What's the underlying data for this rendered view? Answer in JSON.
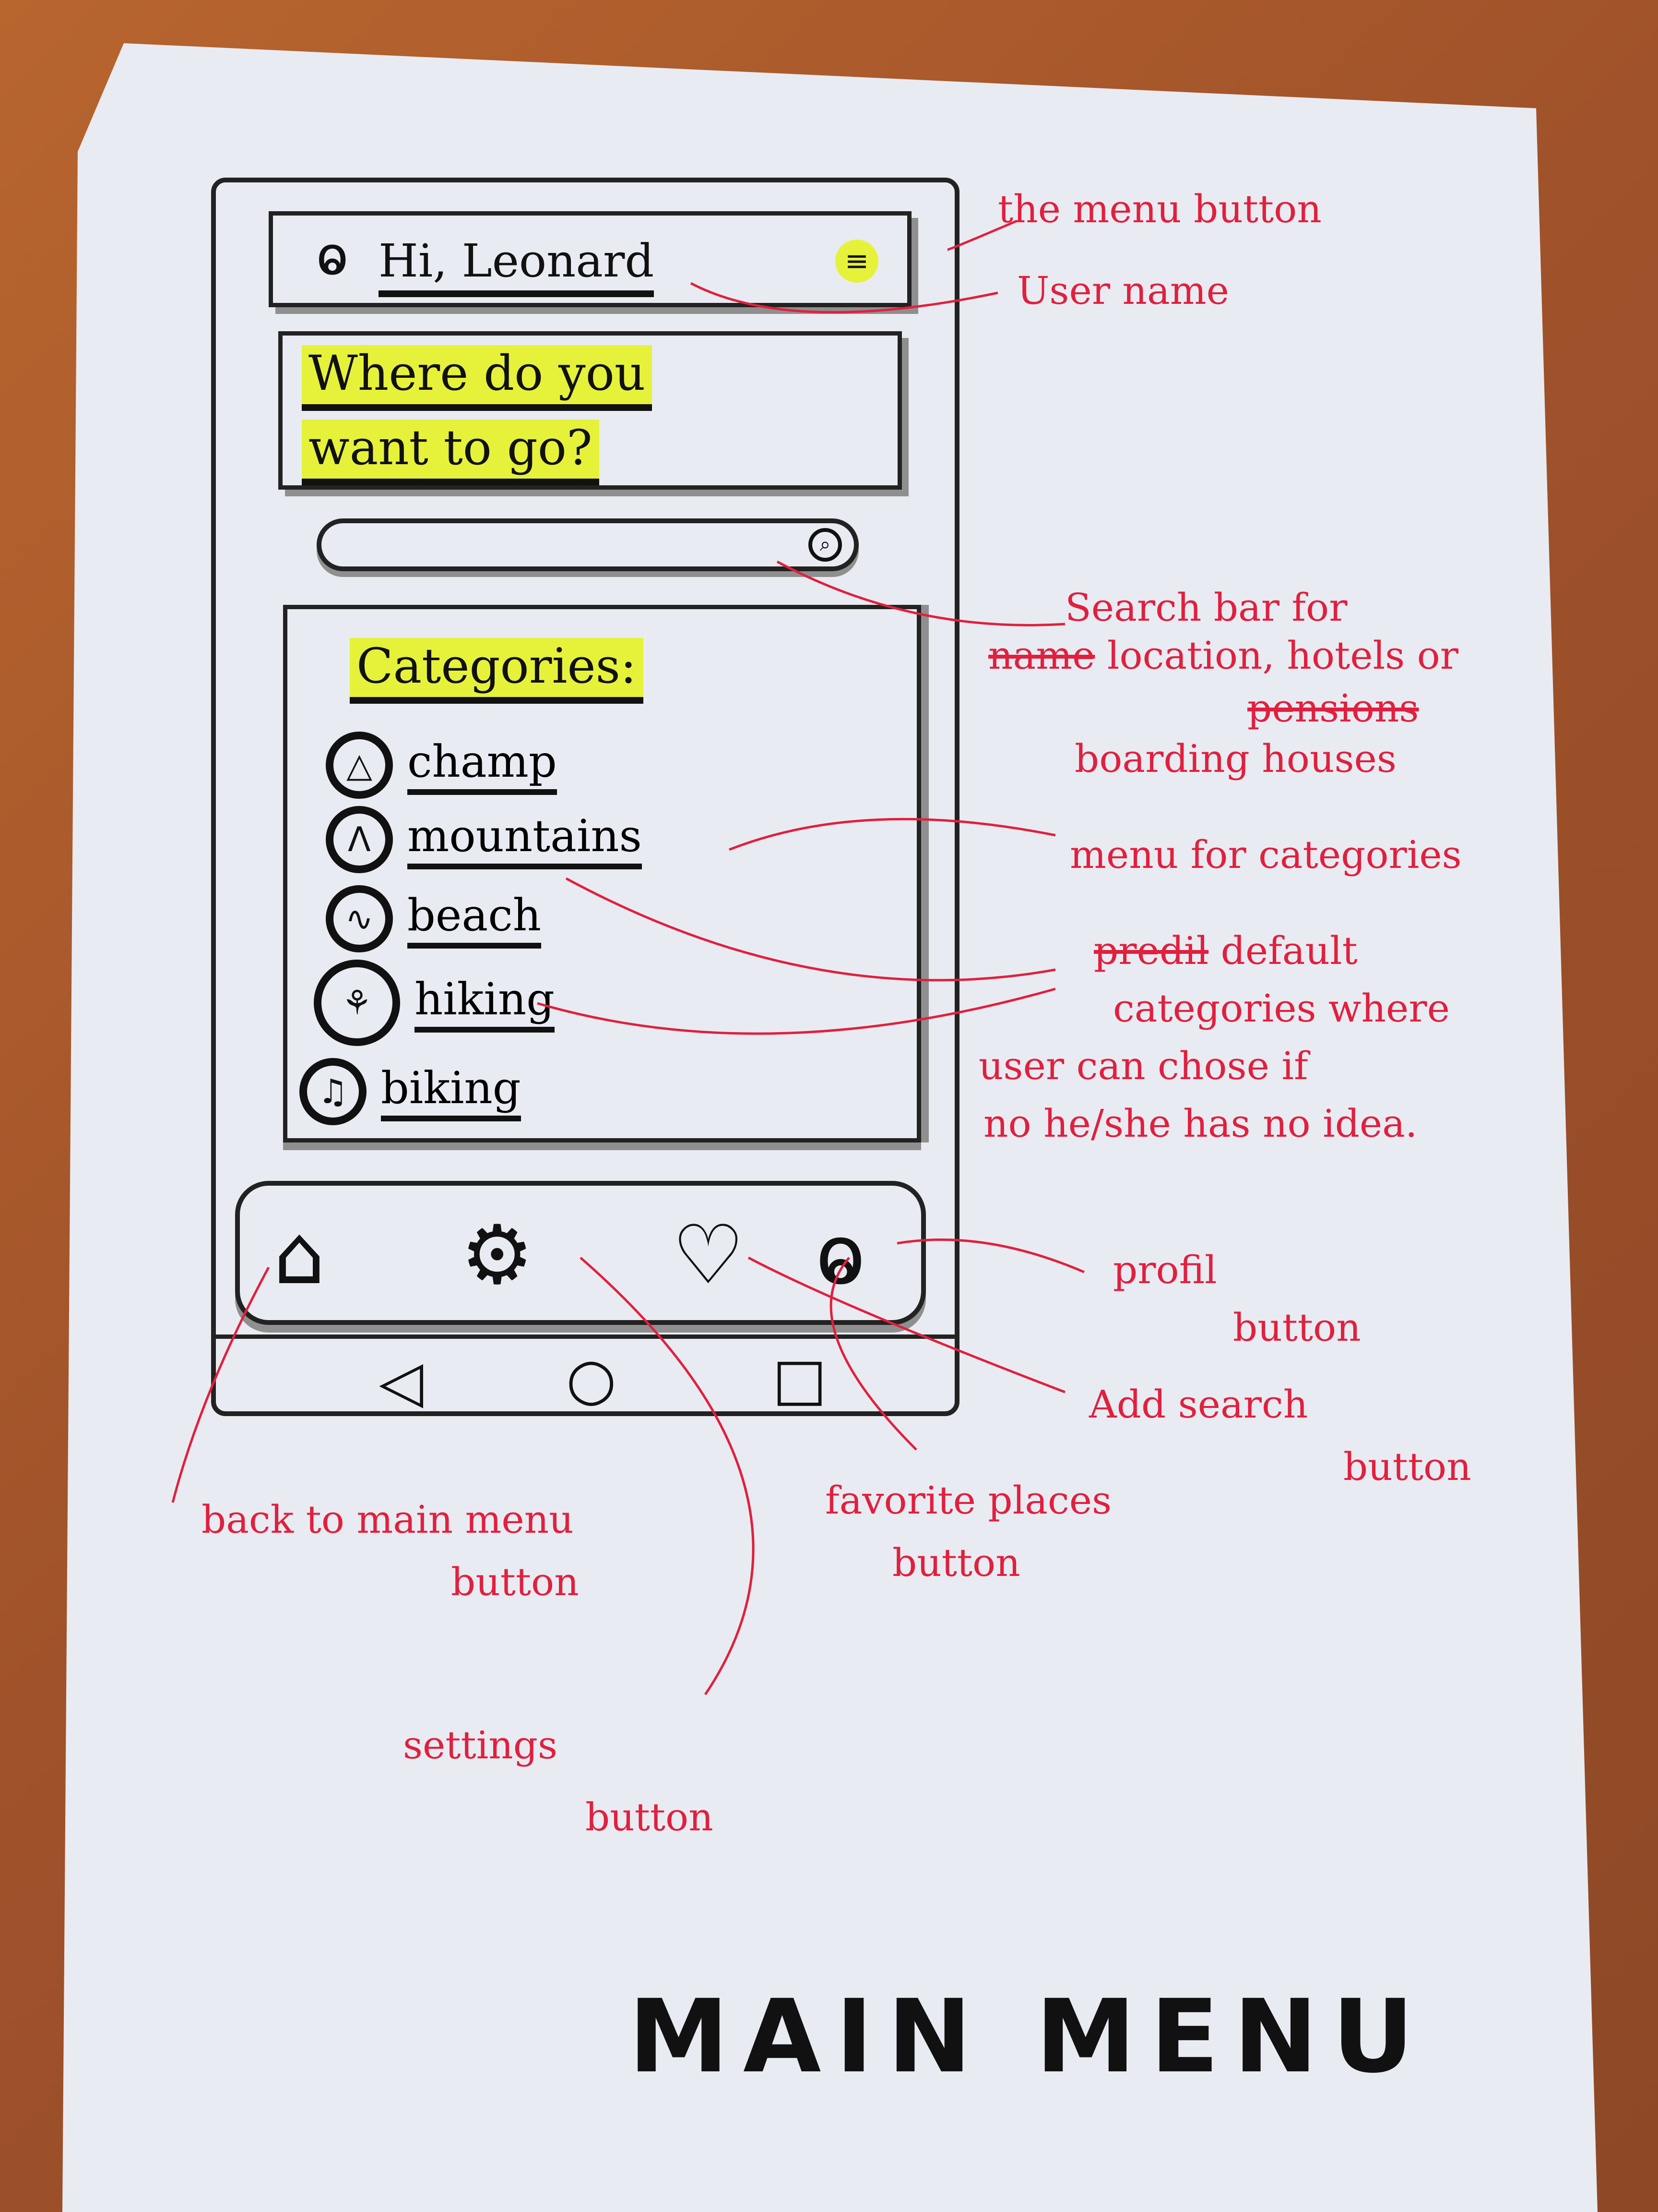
{
  "header": {
    "greeting": "Hi, Leonard",
    "user_icon": "person-icon",
    "menu_icon": "menu-icon"
  },
  "prompt": {
    "line1": "Where do you",
    "line2": "want to go?"
  },
  "search": {
    "icon": "search-icon"
  },
  "categories": {
    "title": "Categories:",
    "items": [
      {
        "label": "champ",
        "icon": "tent-icon"
      },
      {
        "label": "mountains",
        "icon": "mountain-icon"
      },
      {
        "label": "beach",
        "icon": "beach-icon"
      },
      {
        "label": "hiking",
        "icon": "hiking-icon"
      },
      {
        "label": "biking",
        "icon": "bike-icon"
      }
    ]
  },
  "bottom_nav": {
    "items": [
      "home-icon",
      "gear-icon",
      "heart-icon",
      "profile-icon"
    ]
  },
  "system_nav": {
    "items": [
      "back-icon",
      "home-circle-icon",
      "recents-icon"
    ]
  },
  "notes": {
    "menu_button": "the menu button",
    "user_name": "User name",
    "search_bar_line1": "Search bar for",
    "search_bar_struck1": "name",
    "search_bar_line2": "location, hotels or",
    "search_bar_struck2": "pensions",
    "search_bar_line3": "boarding houses",
    "categories_menu": "menu for categories",
    "default_struck": "predil",
    "default_line1": "default",
    "default_line2": "categories where",
    "default_line3": "user can chose if",
    "default_line4": "no he/she has no idea.",
    "profile_line1": "profil",
    "profile_line2": "button",
    "add_search_line1": "Add search",
    "add_search_line2": "button",
    "favorite_line1": "favorite places",
    "favorite_line2": "button",
    "back_line1": "back to main menu",
    "back_line2": "button",
    "settings_line1": "settings",
    "settings_line2": "button"
  },
  "page_title": "MAIN MENU",
  "colors": {
    "highlight": "#e6f23a",
    "annotation": "#e0203e",
    "ink": "#111111",
    "paper": "#e9ebf2"
  }
}
